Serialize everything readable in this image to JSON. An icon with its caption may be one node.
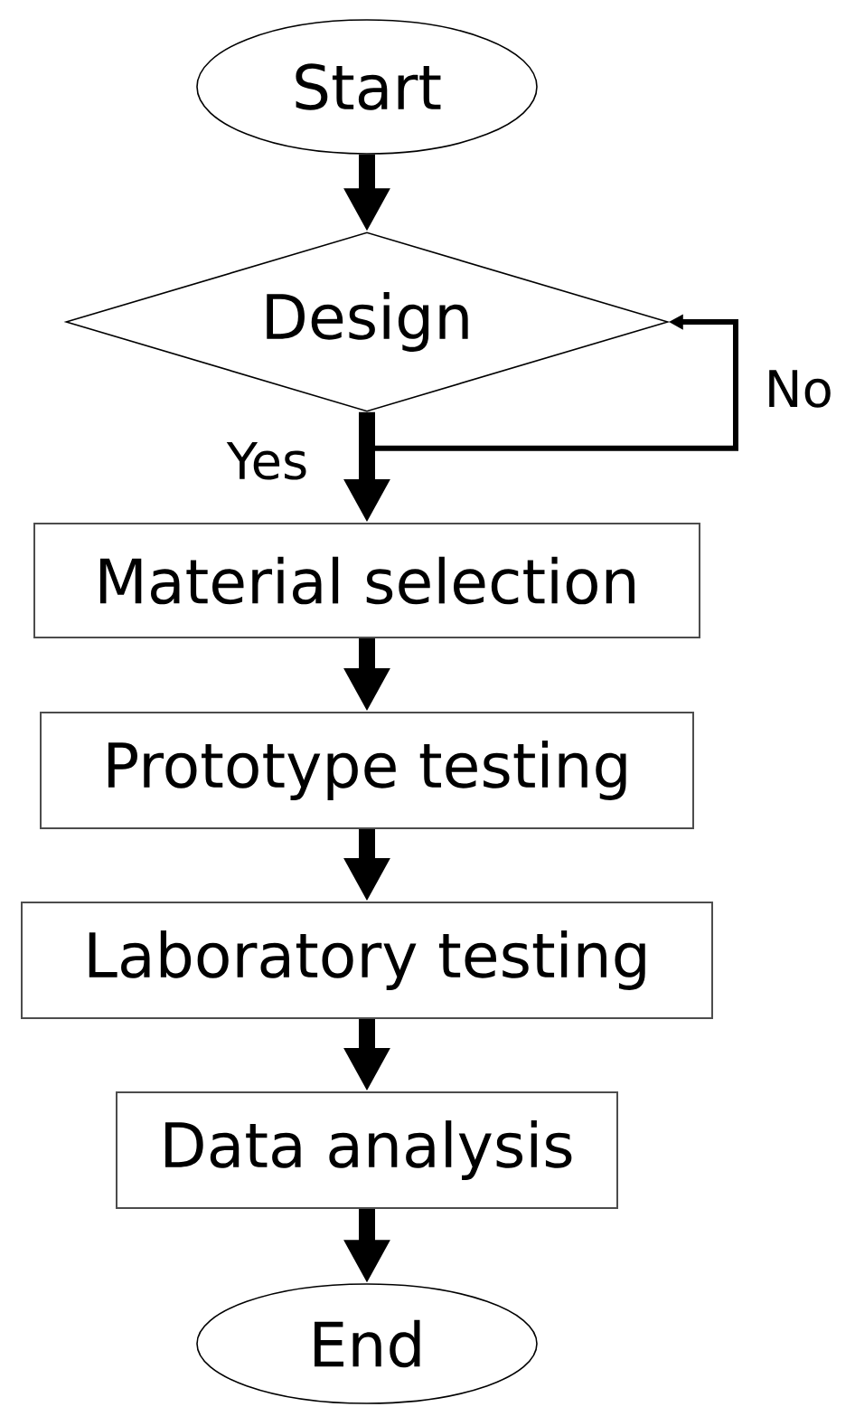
{
  "diagram": {
    "nodes": [
      {
        "text": [
          "Start"
        ]
      },
      {
        "text": [
          "Design"
        ]
      },
      {
        "text": [
          "Material selection"
        ]
      },
      {
        "text": [
          "Prototype testing"
        ]
      },
      {
        "text": [
          "Laboratory testing"
        ]
      },
      {
        "text": [
          "Data analysis"
        ]
      },
      {
        "text": [
          "End"
        ]
      }
    ],
    "edges": [
      {
        "from": 0,
        "to": 1,
        "arrow": "to"
      },
      {
        "from": 1,
        "to": 2,
        "arrow": "to",
        "label": "Yes"
      },
      {
        "from": 1,
        "to": 1,
        "arrow": "to",
        "label": "No"
      },
      {
        "from": 2,
        "to": 3,
        "arrow": "to"
      },
      {
        "from": 3,
        "to": 4,
        "arrow": "to"
      },
      {
        "from": 4,
        "to": 5,
        "arrow": "to"
      },
      {
        "from": 5,
        "to": 6,
        "arrow": "to"
      }
    ]
  }
}
